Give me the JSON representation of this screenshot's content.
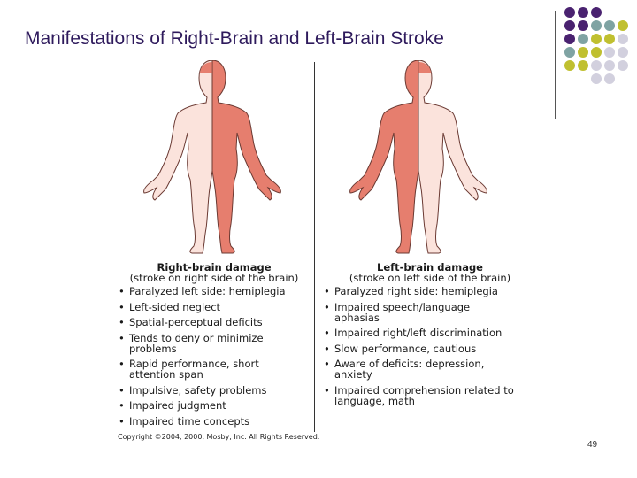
{
  "slide": {
    "title": "Manifestations of Right-Brain and Left-Brain Stroke",
    "page_number": "49"
  },
  "colors": {
    "affected": "#e67e6e",
    "unaffected": "#fbe3dc",
    "outline": "#6b3a33",
    "dots": {
      "purple": "#4a2270",
      "teal": "#7fa3a3",
      "olive": "#c0c030",
      "lavender": "#d2d0de"
    }
  },
  "decor": {
    "dot_grid": [
      [
        "purple",
        "purple",
        "purple",
        null,
        null
      ],
      [
        "purple",
        "purple",
        "teal",
        "teal",
        "olive"
      ],
      [
        "purple",
        "teal",
        "olive",
        "olive",
        "lavender"
      ],
      [
        "teal",
        "olive",
        "olive",
        "lavender",
        "lavender"
      ],
      [
        "olive",
        "olive",
        "lavender",
        "lavender",
        "lavender"
      ],
      [
        null,
        null,
        "lavender",
        "lavender",
        null
      ]
    ]
  },
  "figures": {
    "left": {
      "affected_side": "viewer-right"
    },
    "right": {
      "affected_side": "viewer-left"
    }
  },
  "right_brain": {
    "heading": "Right-brain damage",
    "subheading": "(stroke on right side of the brain)",
    "items": [
      "Paralyzed left side: hemiplegia",
      "Left-sided neglect",
      "Spatial-perceptual deficits",
      "Tends to deny or minimize problems",
      "Rapid performance, short attention span",
      "Impulsive, safety problems",
      "Impaired judgment",
      "Impaired time concepts"
    ]
  },
  "left_brain": {
    "heading": "Left-brain damage",
    "subheading": "(stroke on left side of the brain)",
    "items": [
      "Paralyzed right side: hemiplegia",
      "Impaired speech/language aphasias",
      "Impaired right/left discrimination",
      "Slow performance, cautious",
      "Aware of deficits: depression, anxiety",
      "Impaired comprehension related to language, math"
    ]
  },
  "copyright": "Copyright ©2004, 2000, Mosby, Inc. All Rights Reserved."
}
